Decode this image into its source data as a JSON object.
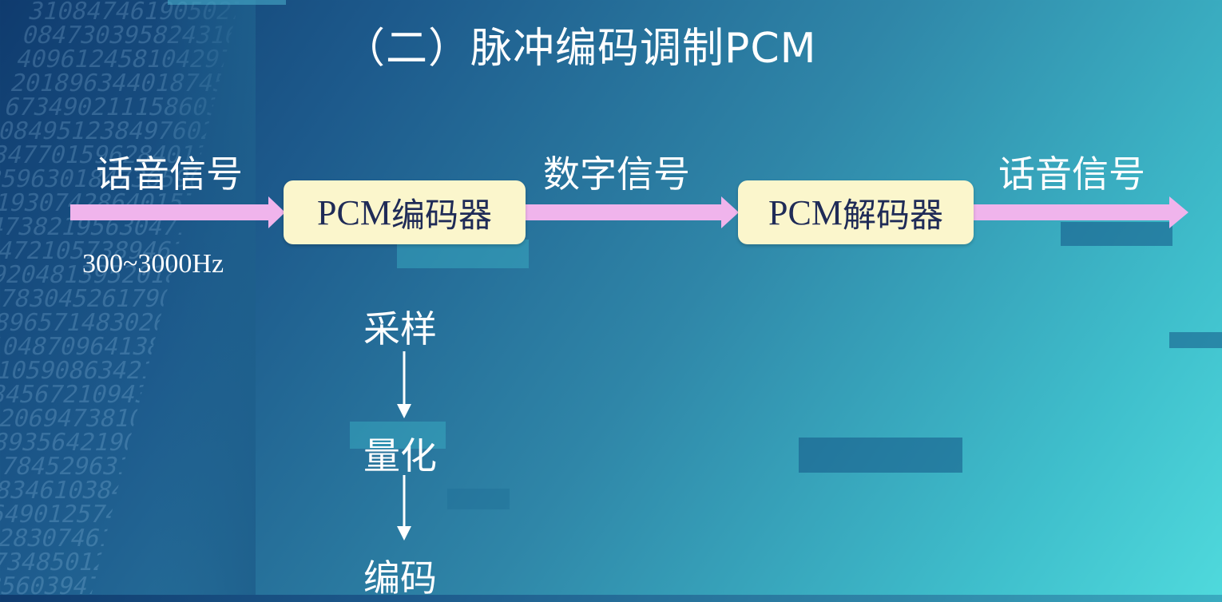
{
  "slide": {
    "title": "（二）脉冲编码调制PCM",
    "input_label": "话音信号",
    "input_freq": "300~3000Hz",
    "encoder": {
      "prefix": "PCM",
      "suffix": "编码器"
    },
    "middle_label": "数字信号",
    "decoder": {
      "prefix": "PCM",
      "suffix": "解码器"
    },
    "output_label": "话音信号",
    "steps": [
      "采样",
      "量化",
      "编码"
    ]
  },
  "colors": {
    "arrow": "#f0b4ec",
    "box_fill": "#fbf6cc",
    "box_text": "#1f2b57",
    "text": "#ffffff"
  }
}
